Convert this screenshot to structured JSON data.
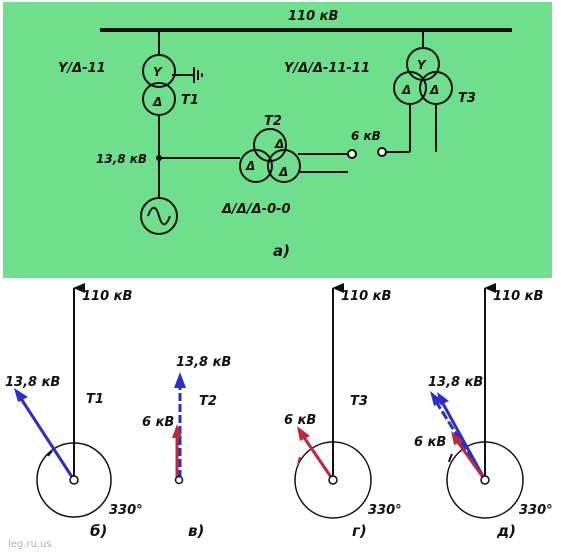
{
  "schematic": {
    "bus_label": "110 кВ",
    "t1_connection": "Y/Δ-11",
    "t1_name": "T1",
    "t2_name": "T2",
    "t2_connection": "Δ/Δ/Δ-0-0",
    "t3_connection": "Y/Δ/Δ-11-11",
    "t3_name": "T3",
    "gen_bus_label": "13,8 кВ",
    "load_bus_label": "6 кВ",
    "panel_label": "а)",
    "t1_top_symbol": "Y",
    "t1_bottom_symbol": "Δ",
    "t2_symbol_top": "Δ",
    "t2_symbol_left": "Δ",
    "t2_symbol_right": "Δ",
    "t3_symbol_top": "Y",
    "t3_symbol_left": "Δ",
    "t3_symbol_right": "Δ"
  },
  "diagrams": {
    "b": {
      "hv_label": "110 кВ",
      "lv_label": "13,8 кВ",
      "transformer": "T1",
      "angle": "330°",
      "panel_label": "б)"
    },
    "v": {
      "lv_label": "13,8 кВ",
      "mv_label": "6 кВ",
      "transformer": "T2",
      "panel_label": "в)"
    },
    "g": {
      "hv_label": "110 кВ",
      "mv_label": "6 кВ",
      "transformer": "T3",
      "angle": "330°",
      "panel_label": "г)"
    },
    "d": {
      "hv_label": "110 кВ",
      "lv_label": "13,8 кВ",
      "mv_label": "6 кВ",
      "angle": "330°",
      "panel_label": "д)"
    }
  },
  "watermark": "leg.ru.us",
  "colors": {
    "panel_green": "#6fdf8e",
    "vector_blue": "#2a2fc8",
    "vector_red": "#c0283a",
    "line": "#111111"
  }
}
